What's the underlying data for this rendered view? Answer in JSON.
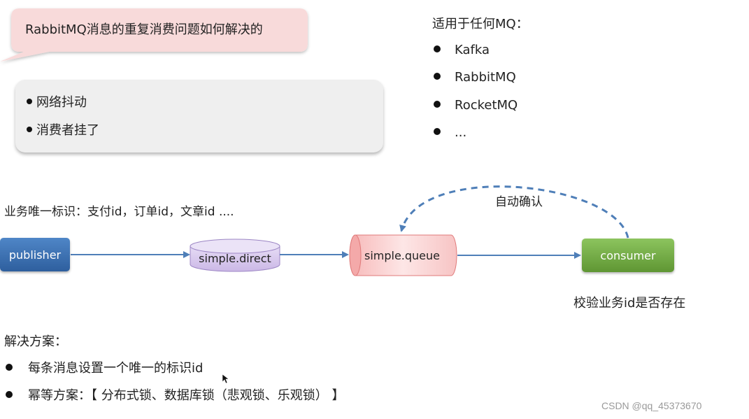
{
  "callout": {
    "title": "RabbitMQ消息的重复消费问题如何解决的"
  },
  "causes": [
    {
      "label": "网络抖动"
    },
    {
      "label": "消费者挂了"
    }
  ],
  "applicable": {
    "title": "适用于任何MQ：",
    "items": [
      "Kafka",
      "RabbitMQ",
      "RocketMQ",
      "..."
    ]
  },
  "business_id_note": "业务唯一标识：支付id，订单id，文章id ....",
  "flow": {
    "publisher": "publisher",
    "exchange": "simple.direct",
    "queue": "simple.queue",
    "consumer": "consumer",
    "auto_ack": "自动确认",
    "consumer_note": "校验业务id是否存在"
  },
  "solutions": {
    "title": "解决方案：",
    "items": [
      "每条消息设置一个唯一的标识id",
      "幂等方案：【 分布式锁、数据库锁（悲观锁、乐观锁） 】"
    ]
  },
  "watermark": "CSDN @qq_45373670",
  "colors": {
    "publisher": "#3a70b4",
    "consumer": "#77b048",
    "exchange": "#d9cdee",
    "queue": "#fbd4d4",
    "arrow": "#4f7fb8"
  }
}
